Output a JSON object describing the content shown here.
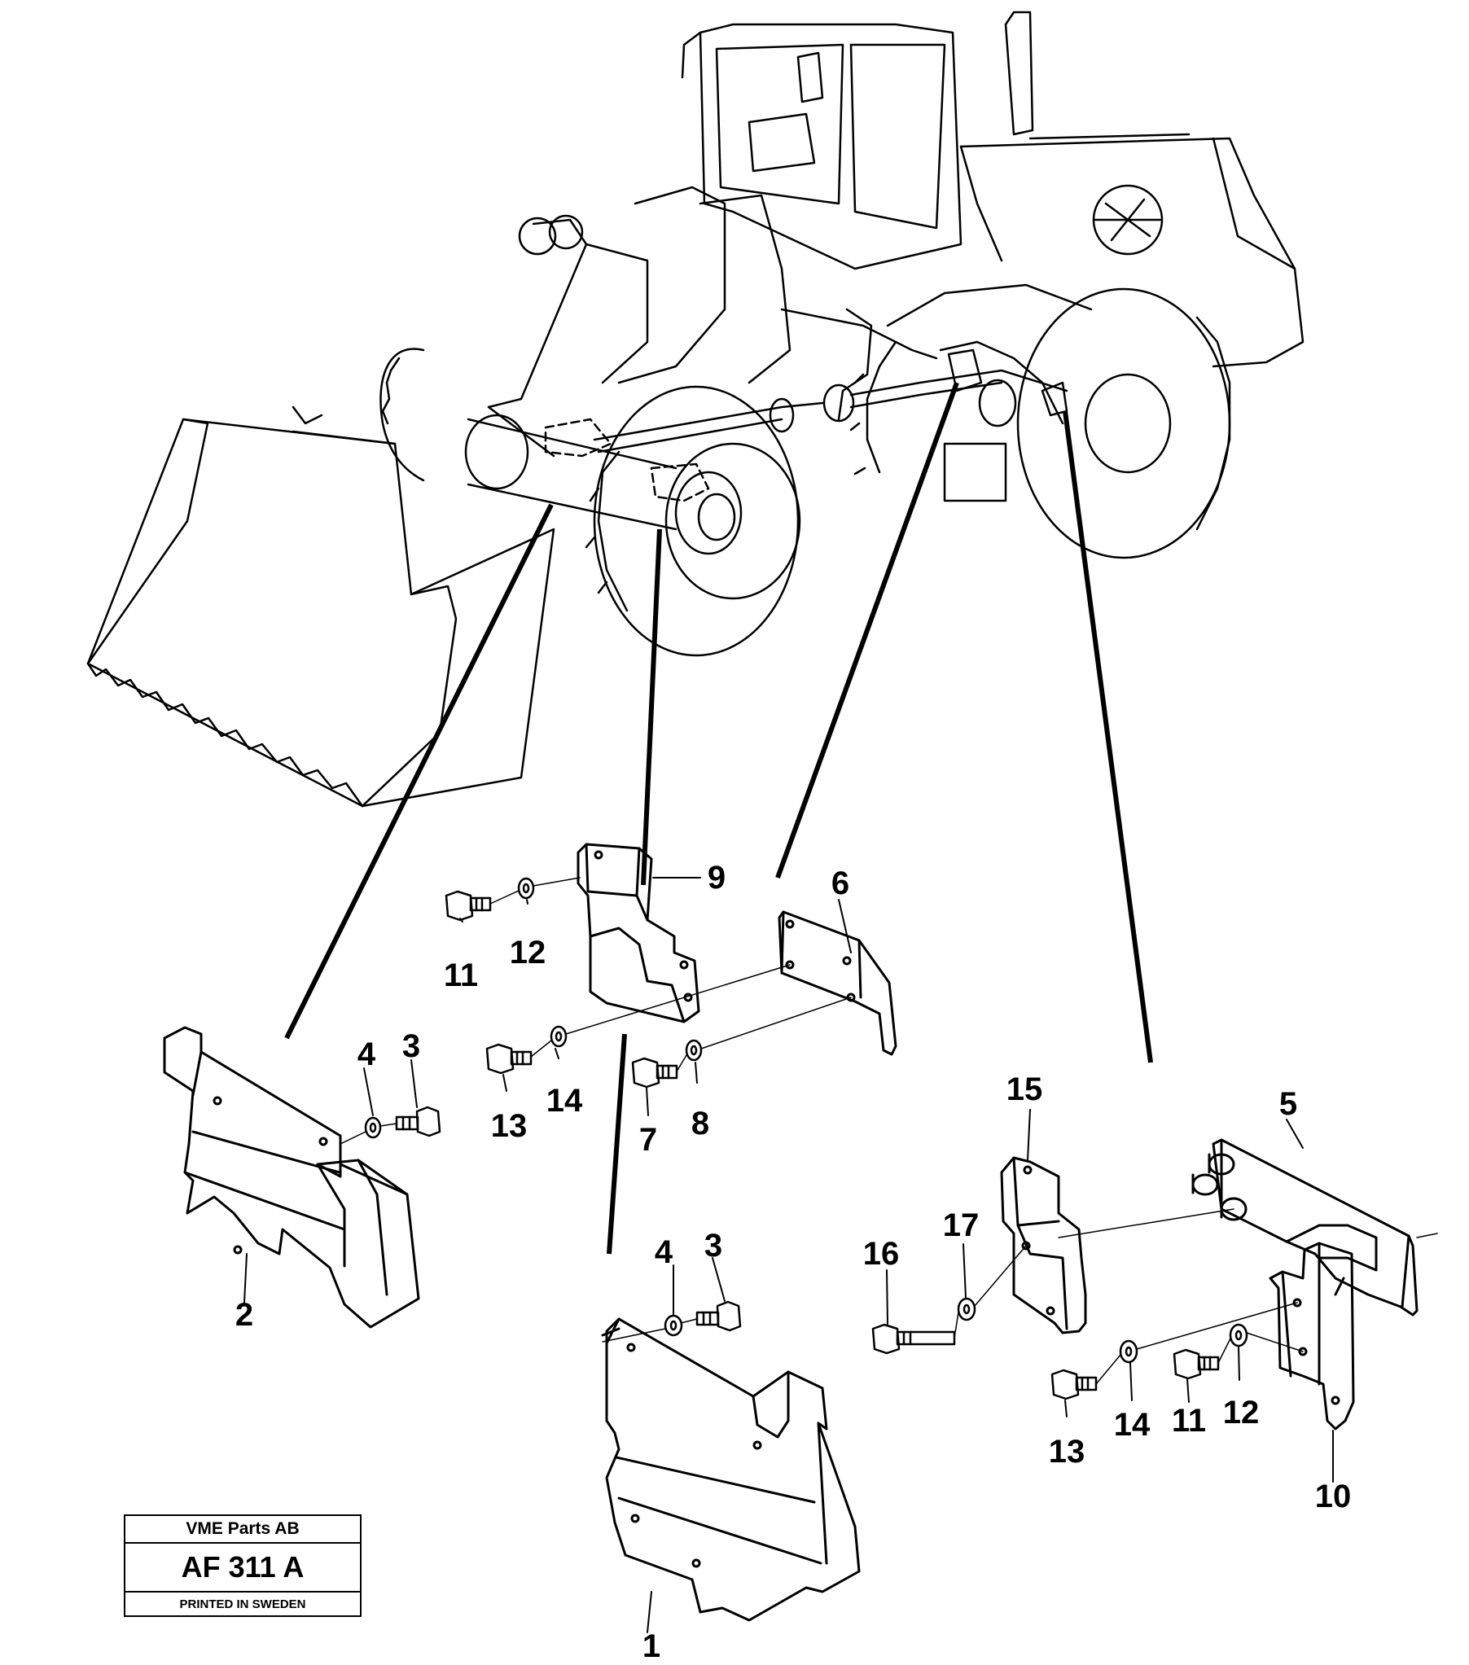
{
  "title_block": {
    "company": "VME Parts AB",
    "code": "AF 311 A",
    "printed": "PRINTED IN SWEDEN"
  },
  "callouts": [
    "1",
    "2",
    "3",
    "4",
    "3",
    "4",
    "5",
    "6",
    "7",
    "8",
    "9",
    "10",
    "11",
    "12",
    "13",
    "14",
    "11",
    "12",
    "13",
    "14",
    "15",
    "16",
    "17"
  ],
  "colors": {
    "ink": "#000000",
    "paper": "#ffffff"
  }
}
